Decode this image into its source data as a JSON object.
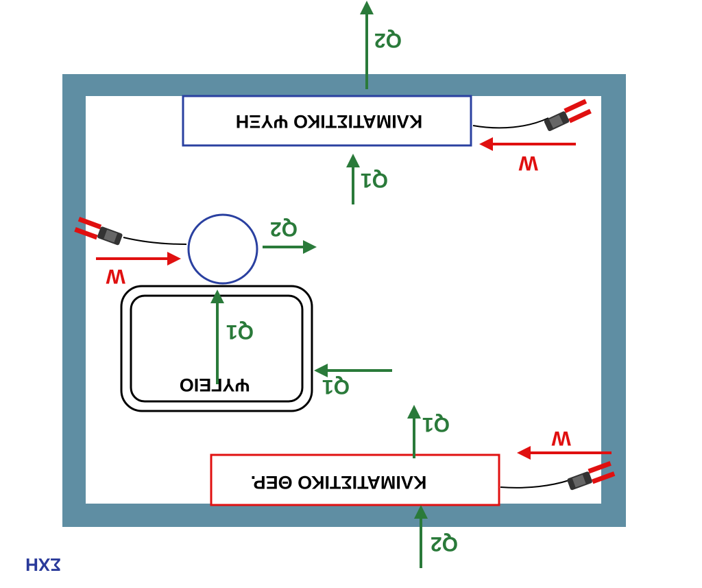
{
  "labels": {
    "cooling_unit": "ΚΛΙΜΑΤΙΣΤΙΚΟ ΨΥΞΗ",
    "heating_unit": "ΚΛΙΜΑΤΙΣΤΙΚΟ ΘΕΡ.",
    "fridge": "ΨΥΓΕΙΟ",
    "q_top": "Q2",
    "q_cool_in": "Q1",
    "q_compressor": "Q2",
    "q_fridge": "Q1",
    "q_room_fridge": "Q1",
    "q_heat_out": "Q1",
    "q_bottom": "Q2",
    "w_cool": "W",
    "w_compressor": "W",
    "w_heat": "W",
    "figure_tag": "ΣΧΗ"
  },
  "colors": {
    "wall": "#5f8ea3",
    "interior": "#ffffff",
    "heat_arrow": "#2a7a3a",
    "work_arrow": "#e01010",
    "cooling_box_border": "#2a40a0",
    "heating_box_border": "#e01010",
    "compressor_border": "#2a40a0",
    "fridge_border": "#000000"
  },
  "icons": {
    "plug": "power-plug-icon"
  }
}
